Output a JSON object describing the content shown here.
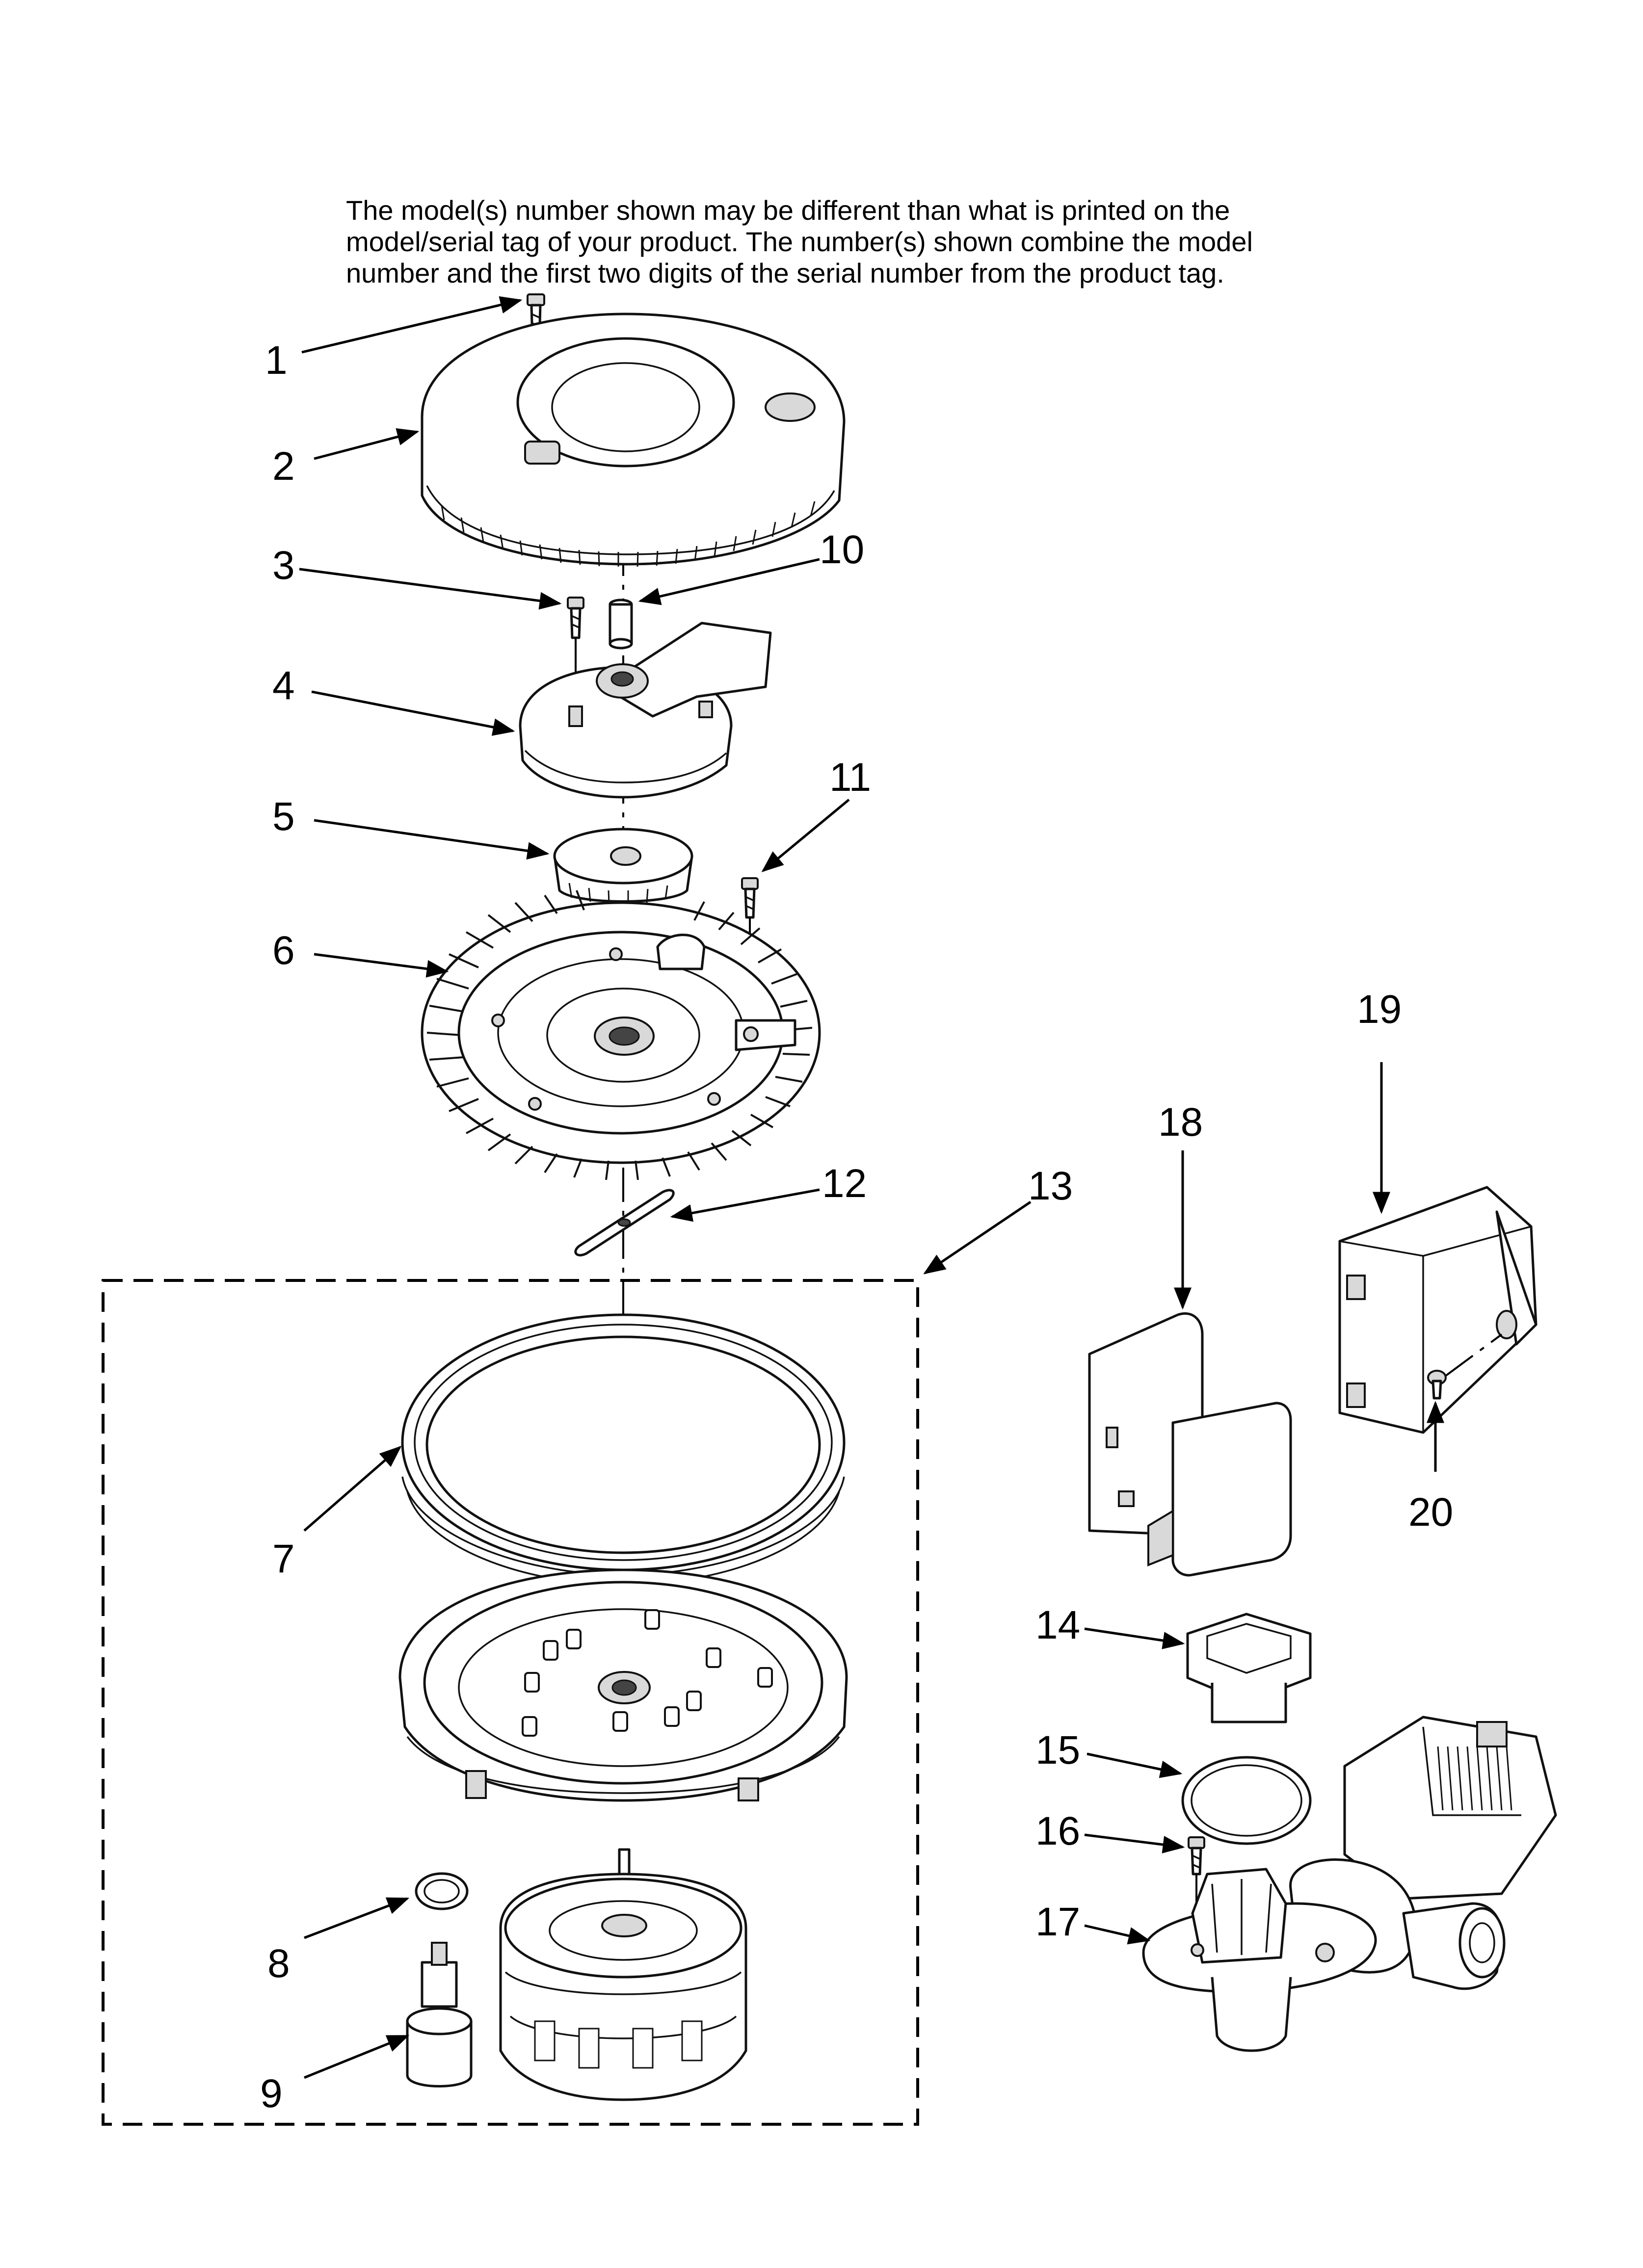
{
  "notice": {
    "lines": [
      "The model(s) number shown may be different than what is printed on the",
      "model/serial tag of your product. The number(s) shown combine the model",
      "number and the first two digits of the serial number from the product tag."
    ]
  },
  "callouts": [
    "1",
    "2",
    "3",
    "4",
    "5",
    "6",
    "7",
    "8",
    "9",
    "10",
    "11",
    "12",
    "13",
    "14",
    "15",
    "16",
    "17",
    "18",
    "19",
    "20"
  ],
  "parts": {
    "screw_1": "screw-icon",
    "cover_2": "pump-cover-icon",
    "screw_3": "screw-icon",
    "housing_4": "pump-housing-icon",
    "impeller_5": "impeller-icon",
    "plate_6": "heatsink-plate-icon",
    "gasket_7": "seal-ring-icon",
    "oring_8": "o-ring-icon",
    "sensor_9": "sensor-icon",
    "pin_10": "pin-icon",
    "screw_11": "screw-icon",
    "blade_12": "chopper-blade-icon",
    "kit_13": "assembly-kit-outline",
    "adapter_14": "adapter-icon",
    "oring_15": "o-ring-icon",
    "screw_16": "screw-icon",
    "drain_pump_17": "drain-pump-icon",
    "bracket_18": "bracket-icon",
    "box_19": "junction-box-icon",
    "screw_20": "screw-icon"
  }
}
